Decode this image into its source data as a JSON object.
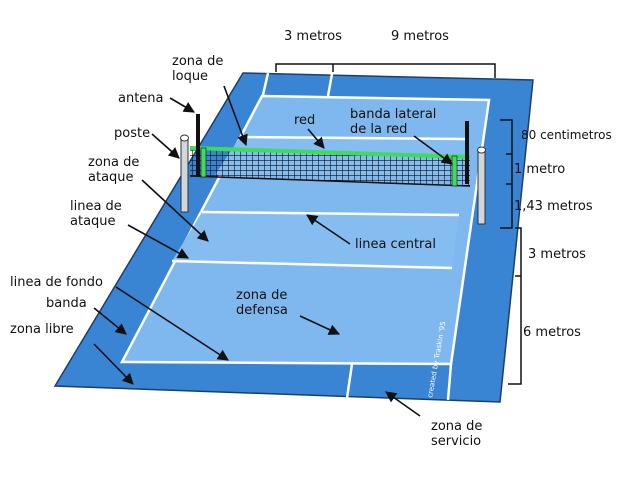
{
  "colors": {
    "free_zone": "#3a84d4",
    "court": "#7fb8ee",
    "net_band": "#3ddc5a",
    "lines": "#ffffff"
  },
  "labels": {
    "zona_de_loque": [
      "zona de",
      "loque"
    ],
    "antena": "antena",
    "poste": "poste",
    "zona_de_ataque": [
      "zona de",
      "ataque"
    ],
    "linea_de_ataque": [
      "linea de",
      "ataque"
    ],
    "linea_de_fondo": "linea de fondo",
    "banda": "banda",
    "zona_libre": "zona libre",
    "red": "red",
    "banda_lateral": [
      "banda lateral",
      "de la red"
    ],
    "linea_central": "linea central",
    "zona_de_defensa": [
      "zona de",
      "defensa"
    ],
    "zona_de_servicio": [
      "zona de",
      "servicio"
    ]
  },
  "dimensions": {
    "top_left": "3 metros",
    "top_right": "9 metros",
    "antenna_height": "80 centimetros",
    "net_band": "1 metro",
    "net_height": "1,43 metros",
    "attack_depth": "3 metros",
    "defense_depth": "6 metros"
  },
  "credit": "created by Traskin '95"
}
